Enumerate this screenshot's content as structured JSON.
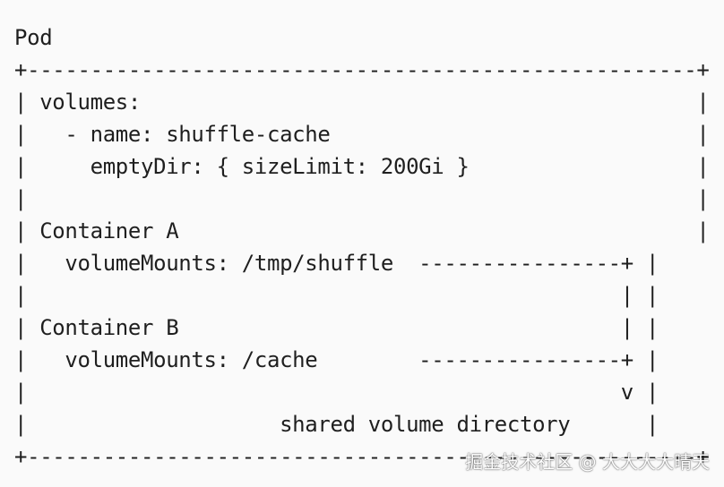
{
  "snippet": {
    "lines": [
      "Pod",
      "+-----------------------------------------------------+",
      "| volumes:                                            |",
      "|   - name: shuffle-cache                             |",
      "|     emptyDir: { sizeLimit: 200Gi }                  |",
      "|                                                     |",
      "| Container A                                         |",
      "|   volumeMounts: /tmp/shuffle  ----------------+ |",
      "|                                               | |",
      "| Container B                                   | |",
      "|   volumeMounts: /cache        ----------------+ |",
      "|                                               v |",
      "|                    shared volume directory      |",
      "+-----------------------------------------------------+"
    ]
  },
  "watermark": {
    "text": "掘金技术社区 @ 大大大大晴天"
  }
}
